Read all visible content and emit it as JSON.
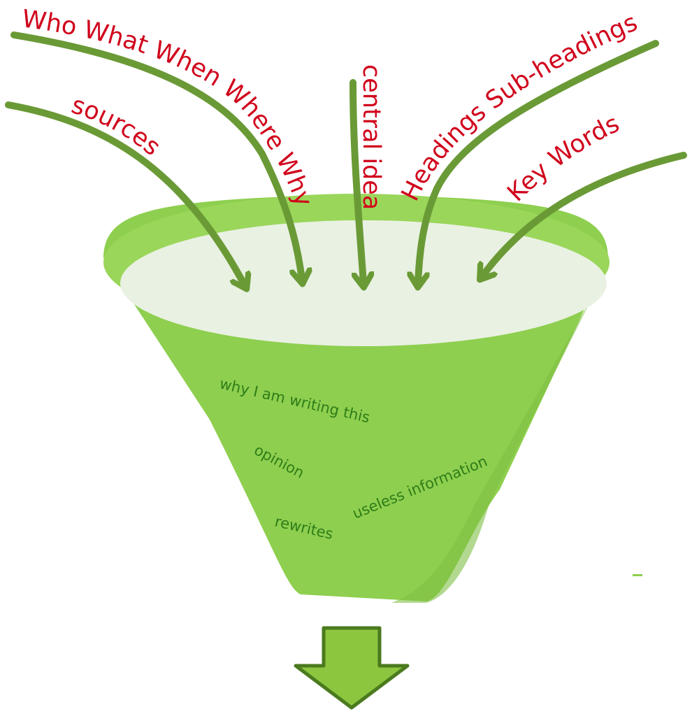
{
  "colors": {
    "label_red": "#d0021b",
    "inside_label_green": "#2e7d18",
    "arrow_green": "#6a9a36",
    "funnel_green": "#8ecf4f",
    "funnel_rim": "#9ad65a",
    "funnel_top_fill": "#e9f1e2",
    "output_arrow_fill": "#8cc63f",
    "output_arrow_stroke": "#4b7a1e"
  },
  "inputs": {
    "who_what_when_where_why": "Who What When Where Why",
    "sources": "sources",
    "central_idea": "central idea",
    "headings_subheadings": "Headings Sub-headings",
    "key_words": "Key Words"
  },
  "filtered_out": {
    "why_writing": "why I am writing this",
    "opinion": "opinion",
    "useless_information": "useless information",
    "rewrites": "rewrites"
  },
  "icons": {
    "output": "down-arrow-icon"
  }
}
